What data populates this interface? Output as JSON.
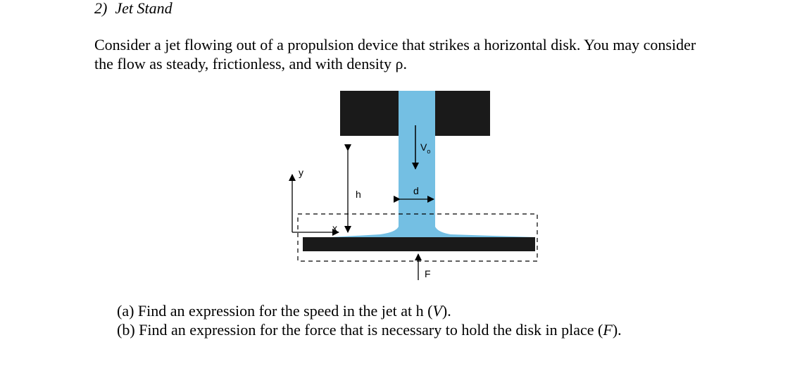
{
  "problem": {
    "number": "2)",
    "title": "Jet Stand",
    "intro_line1": "Consider a jet flowing out of a propulsion device that strikes a horizontal disk. You may consider",
    "intro_line2": "the flow as steady, frictionless, and with density ρ."
  },
  "figure": {
    "labels": {
      "velocity": "V",
      "velocity_sub": "o",
      "height": "h",
      "diameter": "d",
      "force": "F",
      "x_axis": "x",
      "y_axis": "y"
    },
    "colors": {
      "jet": "#74bfe3",
      "solid": "#1a1a1a",
      "line": "#000000"
    }
  },
  "questions": [
    {
      "prefix": "(a) Find an expression for the speed in the jet at h (",
      "var": "V",
      "suffix": ")."
    },
    {
      "prefix": "(b) Find an expression for the force that is necessary to hold the disk in place (",
      "var": "F",
      "suffix": ")."
    }
  ]
}
